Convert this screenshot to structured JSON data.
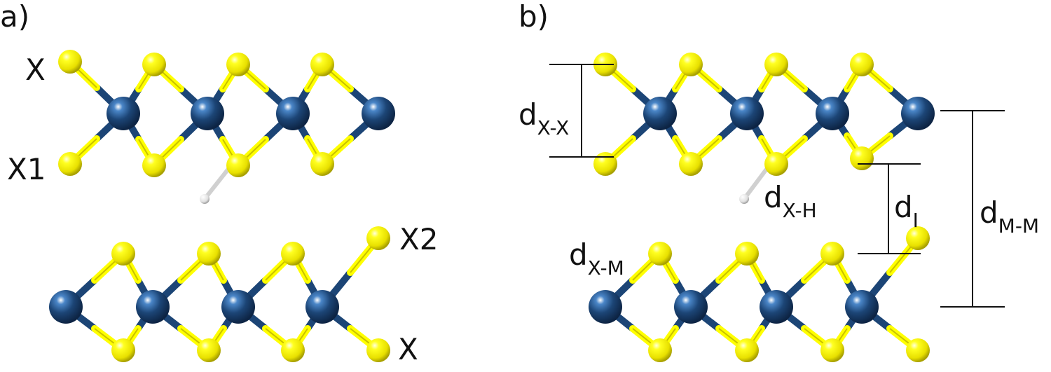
{
  "panels": [
    {
      "id": "a",
      "label": "a)"
    },
    {
      "id": "b",
      "label": "b)"
    }
  ],
  "panel_a_labels": {
    "x_top": "X",
    "x1": "X1",
    "x2": "X2",
    "x_bottom": "X"
  },
  "panel_b_labels": {
    "d_xx": {
      "main": "d",
      "sub": "X-X"
    },
    "d_xh": {
      "main": "d",
      "sub": "X-H"
    },
    "d_i": {
      "main": "d",
      "sub": "I"
    },
    "d_mm": {
      "main": "d",
      "sub": "M-M"
    },
    "d_xm": {
      "main": "d",
      "sub": "X-M"
    }
  },
  "atom_colors": {
    "metal": "#1c4576",
    "chalcogen": "#ffff00",
    "hydrogen": "#e8e8e8"
  },
  "legend": ""
}
